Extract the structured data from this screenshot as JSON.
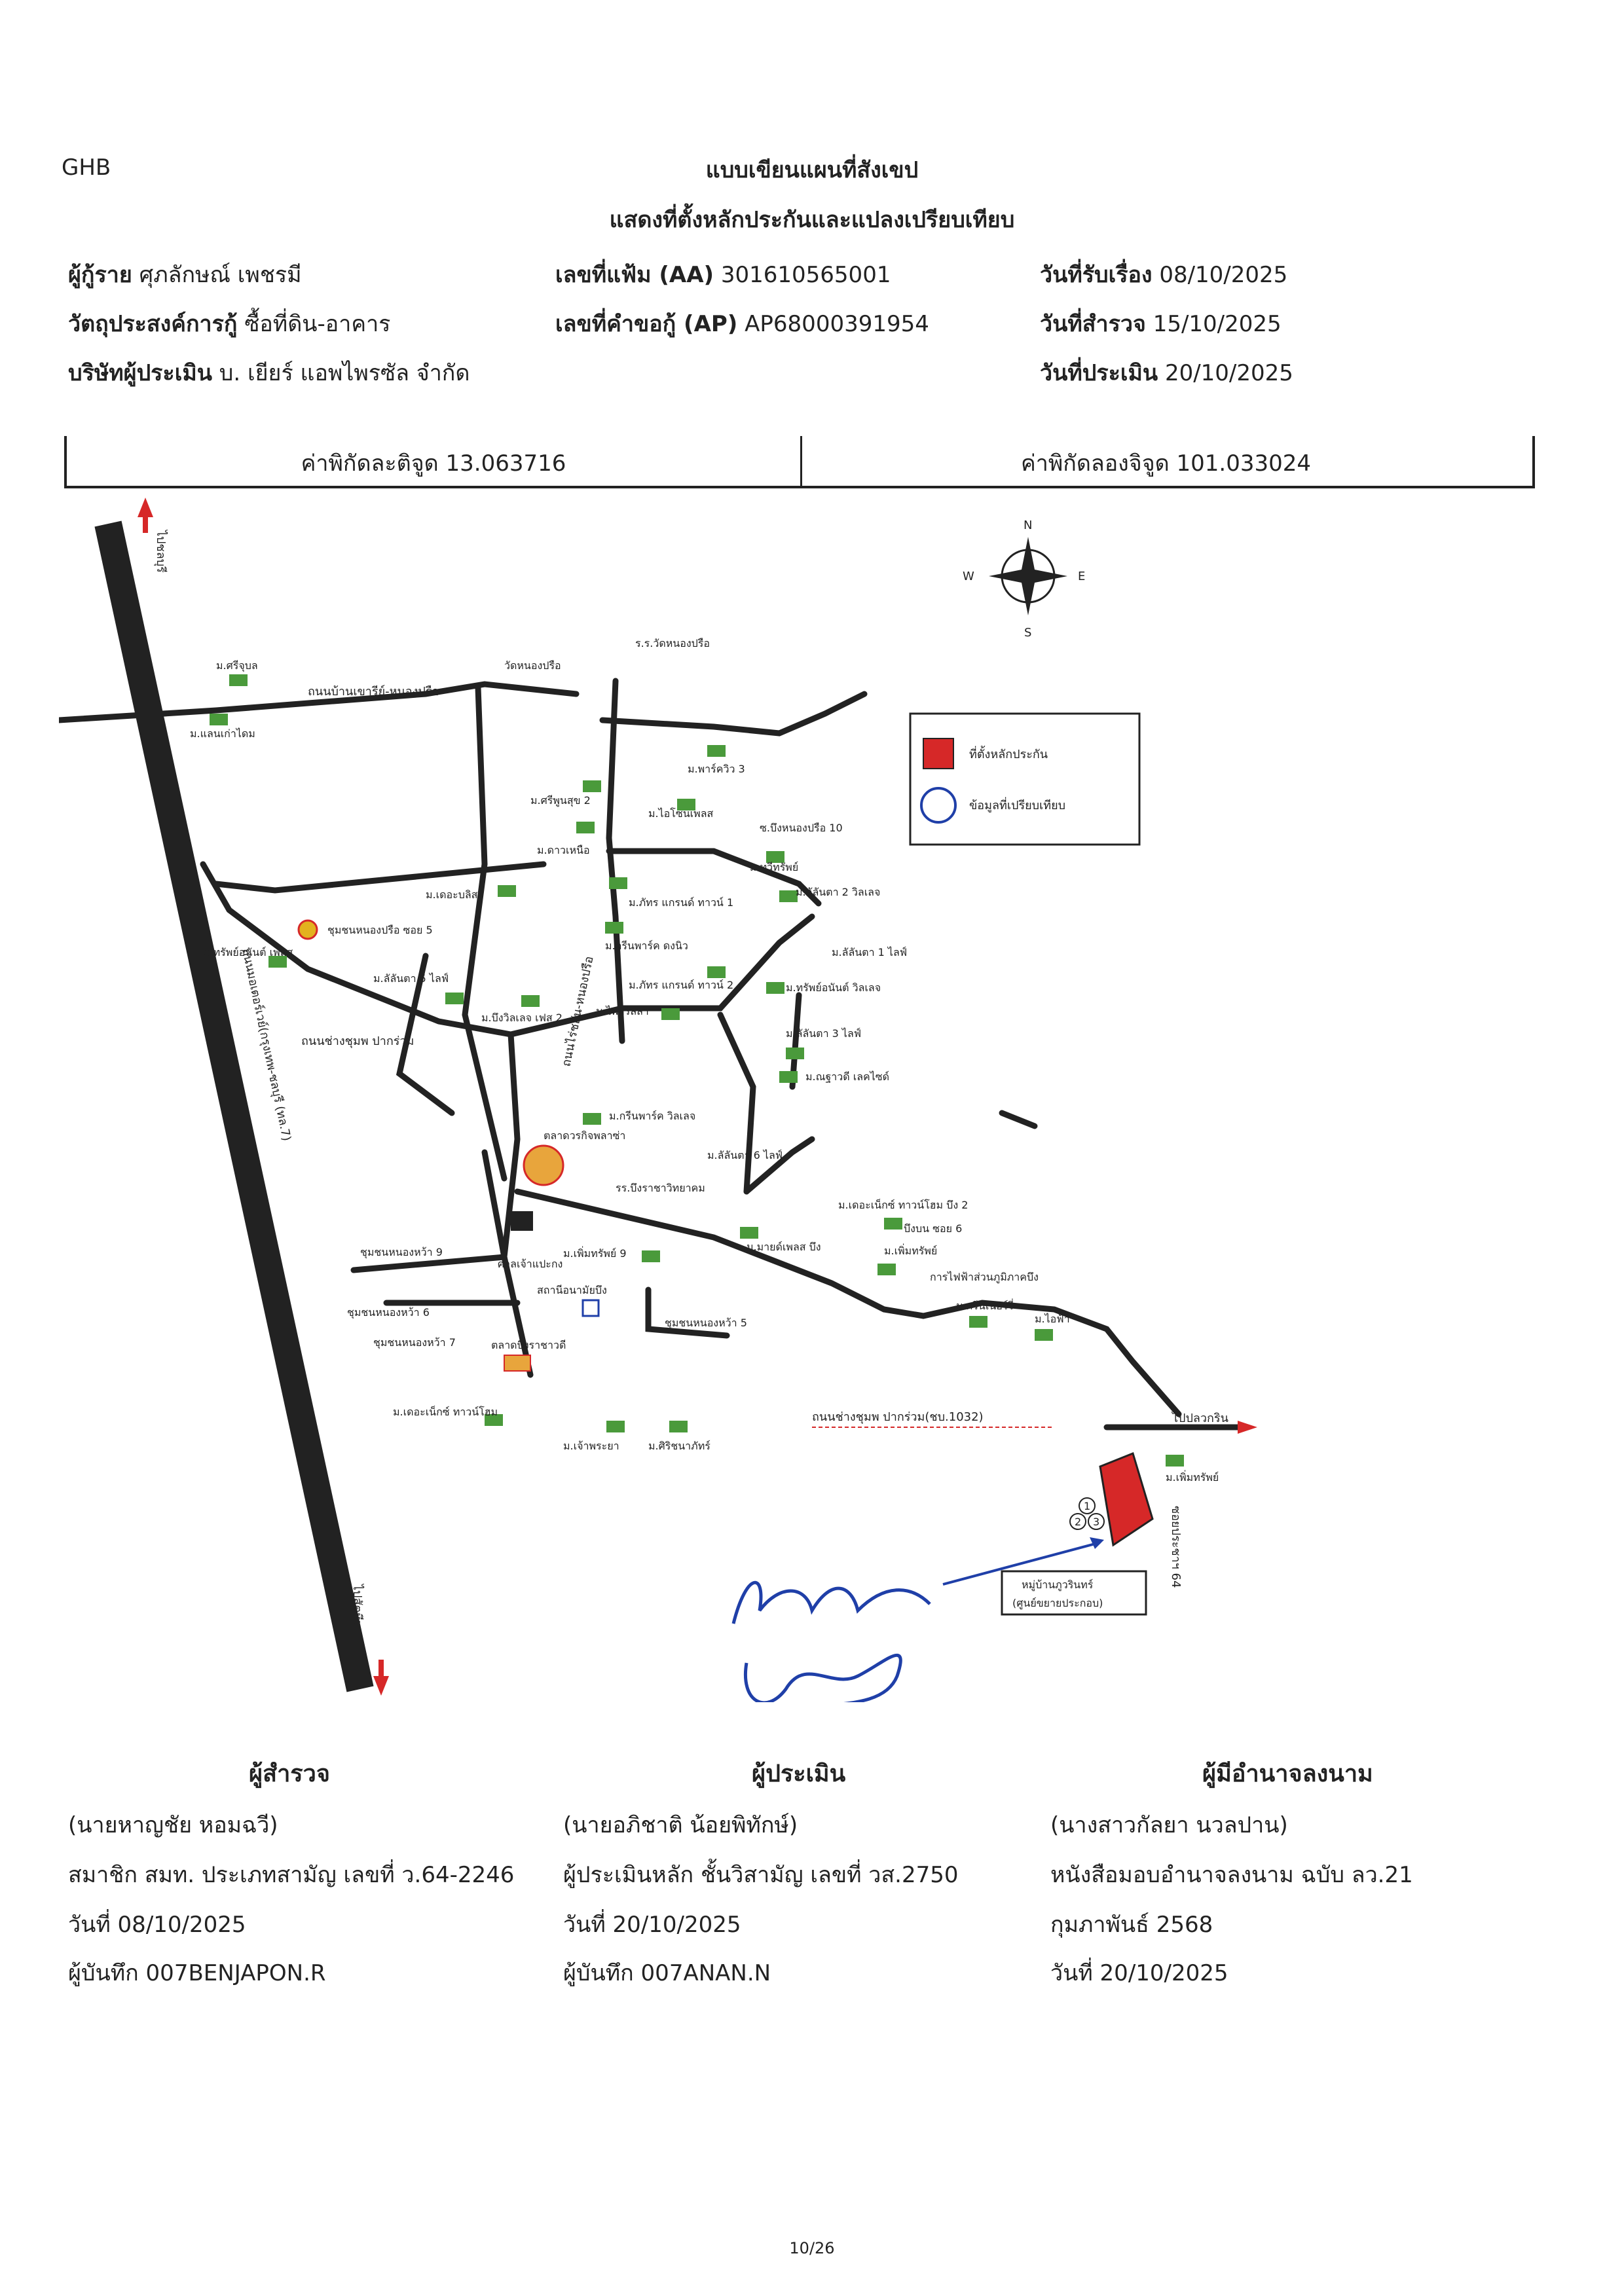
{
  "bank_code": "GHB",
  "title_line1": "แบบเขียนแผนที่สังเขป",
  "title_line2": "แสดงที่ตั้งหลักประกันและแปลงเปรียบเทียบ",
  "header": {
    "borrower_label": "ผู้กู้ราย",
    "borrower_value": "ศุภลักษณ์ เพชรมี",
    "purpose_label": "วัตถุประสงค์การกู้",
    "purpose_value": "ซื้อที่ดิน-อาคาร",
    "appraiser_co_label": "บริษัทผู้ประเมิน",
    "appraiser_co_value": "บ. เยียร์ แอพไพรซัล จำกัด",
    "file_no_label": "เลขที่แฟ้ม (AA)",
    "file_no_value": "301610565001",
    "request_no_label": "เลขที่คำขอกู้ (AP)",
    "request_no_value": "AP68000391954",
    "received_label": "วันที่รับเรื่อง",
    "received_value": "08/10/2025",
    "survey_label": "วันที่สำรวจ",
    "survey_value": "15/10/2025",
    "appraisal_label": "วันที่ประเมิน",
    "appraisal_value": "20/10/2025"
  },
  "coordinates": {
    "lat_text": "ค่าพิกัดละติจูด 13.063716",
    "lon_text": "ค่าพิกัดลองจิจูด 101.033024"
  },
  "map": {
    "compass": {
      "n": "N",
      "s": "S",
      "e": "E",
      "w": "W"
    },
    "legend": {
      "collateral": "ที่ตั้งหลักประกัน",
      "comparison": "ข้อมูลที่เปรียบเทียบ",
      "collateral_color": "#d62828",
      "comparison_color": "#1f3fa8"
    },
    "directions": {
      "to_chonburi": "ไปชลบุรี",
      "to_sattahip": "ไปสัตหีบ",
      "to_plankrin": "ไปปลวกริน"
    },
    "roads": {
      "main_highway": "ถนนมอเตอร์เวย์(กรุงเทพ-ชลบุรี (ทล.7)",
      "banbueng_road": "ถนนบ้านเขารีย์-หนองปรือ",
      "pakrum_road": "ถนนช่างชุมพ ปากร่วม",
      "pakrum_road_arrow": "ถนนช่างชุมพ ปากร่วม(ชบ.1032)",
      "nongprue_road": "ถนนไร่ชอัน-หนองปรือ",
      "soi_64": "ซอยประชาฯ 64"
    },
    "places": [
      "ม.ศรีจุบล",
      "ม.แลนเก่าไดม",
      "วัดหนองปรือ",
      "ร.ร.วัดหนองปรือ",
      "ม.พาร์ควิว 3",
      "ม.ศรีพูนสุข 2",
      "ม.ไอโซนเพลส",
      "ซ.บึงหนองปรือ 10",
      "ม.ดาวเหนือ",
      "ม.ทวีทรัพย์",
      "ม.เดอะบลิส",
      "ม.ภัทร แกรนด์ ทาวน์ 1",
      "ม.ลัลันตา 2 วิลเลจ",
      "ชุมชนหนองปรือ ซอย 5",
      "ม.ทรัพย์อนันต์ เพลส",
      "ม.กรีนพาร์ค ดงนิว",
      "ม.ลัลันตา 1 ไลฟ์",
      "ม.ลัลันตา 5 ไลฟ์",
      "ม.ภัทร แกรนด์ ทาวน์ 2",
      "ม.ทรัพย์อนันต์ วิลเลจ",
      "ม.บึงวิลเลจ เฟส 2",
      "ม.ไพยริลล่า",
      "ม.ลัลันตา 3 ไลฟ์",
      "ม.ณฐาวดี เลคไซด์",
      "ม.กรีนพาร์ค วิลเลจ",
      "ตลาดวรกิจพลาซ่า",
      "ม.ลัลันตา 6 ไลฟ์",
      "รร.บึงราชาวิทยาคม",
      "ม.เดอะเน็กซ์ ทาวน์โฮม บึง 2",
      "ม.มายด์เพลส บึง",
      "ศาลเจ้าแปะกง",
      "ม.เพิ่มทรัพย์ 9",
      "ม.เพิ่มทรัพย์",
      "บึงบน ซอย 6",
      "การไฟฟ้าส่วนภูมิภาคบึง",
      "ชุมชนหนองหว้า 9",
      "สถานีอนามัยบึง",
      "ม.กรีนเนอร์รี่",
      "ม.ไอฟ้า",
      "ชุมชนหนองหว้า 6",
      "ชุมชนหนองหว้า 7",
      "ตลาดบึงราชาวดี",
      "ชุมชนหนองหว้า 5",
      "ม.เดอะเน็กซ์ ทาวน์โฮม",
      "ม.เจ้าพระยา",
      "ม.ศิริชนาภัทร์",
      "ม.เพิ่มทรัพย์"
    ],
    "collateral_label_line1": "หมู่บ้านภูวรินทร์",
    "collateral_label_line2": "(ศูนย์ขยายประกอบ)",
    "comparison_numbers": [
      "1",
      "2",
      "3"
    ]
  },
  "signatures": {
    "surveyor": {
      "heading": "ผู้สำรวจ",
      "name": "(นายหาญชัย หอมฉวี)",
      "line1": "สมาชิก สมท. ประเภทสามัญ เลขที่ ว.64-2246",
      "line2": "วันที่ 08/10/2025",
      "line3": "ผู้บันทึก 007BENJAPON.R"
    },
    "appraiser": {
      "heading": "ผู้ประเมิน",
      "name": "(นายอภิชาติ น้อยพิทักษ์)",
      "line1": "ผู้ประเมินหลัก ชั้นวิสามัญ เลขที่ วส.2750",
      "line2": "วันที่ 20/10/2025",
      "line3": "ผู้บันทึก 007ANAN.N"
    },
    "authorized": {
      "heading": "ผู้มีอำนาจลงนาม",
      "name": "(นางสาวกัลยา นวลปาน)",
      "line1": "หนังสือมอบอำนาจลงนาม ฉบับ ลว.21",
      "line2": "กุมภาพันธ์ 2568",
      "line3": "วันที่ 20/10/2025"
    }
  },
  "page_number": "10/26"
}
